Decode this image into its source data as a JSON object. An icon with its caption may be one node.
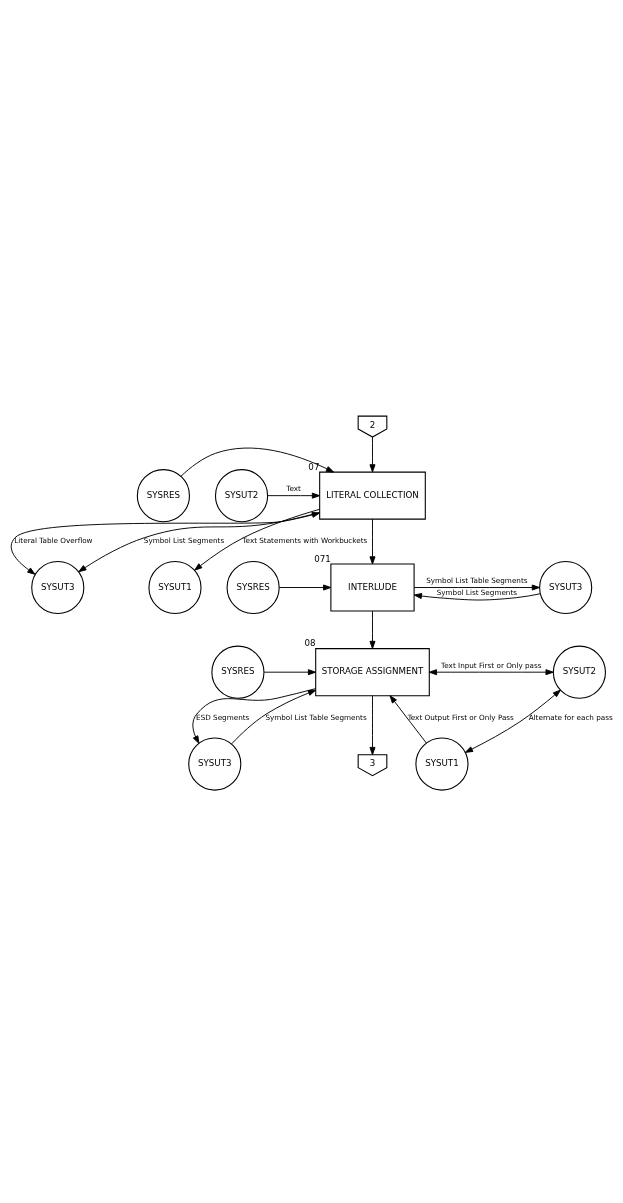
{
  "diagram": {
    "nodes": [
      {
        "text": [
          "2"
        ]
      },
      {
        "text": [
          "SYSRES"
        ]
      },
      {
        "text": [
          "LITERAL COLLECTION"
        ],
        "beside": [
          "07"
        ]
      },
      {
        "text": [
          "SYSUT3"
        ]
      },
      {
        "text": [
          "SYSUT2"
        ]
      },
      {
        "text": [
          "SYSUT1"
        ]
      },
      {
        "text": [
          "SYSRES"
        ]
      },
      {
        "text": [
          "INTERLUDE"
        ],
        "beside": [
          "071"
        ]
      },
      {
        "text": [
          "SYSUT3"
        ]
      },
      {
        "text": [
          "SYSRES"
        ]
      },
      {
        "text": [
          "STORAGE ASSIGNMENT"
        ],
        "beside": [
          "08"
        ]
      },
      {
        "text": [
          "SYSUT3"
        ]
      },
      {
        "text": [
          "SYSUT2"
        ]
      },
      {
        "text": [
          "SYSUT1"
        ]
      },
      {
        "text": [
          "3"
        ]
      }
    ],
    "edges": [
      {
        "from": 0,
        "to": 2,
        "arrow": "to"
      },
      {
        "from": 1,
        "to": 2,
        "arrow": "to"
      },
      {
        "from": 2,
        "to": 3,
        "arrow": "both",
        "label": "Literal Table Overflow"
      },
      {
        "from": 2,
        "to": 3,
        "arrow": "to",
        "label": "Symbol List Segments"
      },
      {
        "from": 4,
        "to": 2,
        "arrow": "to",
        "label": "Text"
      },
      {
        "from": 2,
        "to": 5,
        "arrow": "to",
        "label": "Text Statements with Workbuckets"
      },
      {
        "from": 2,
        "to": 7,
        "arrow": "to"
      },
      {
        "from": 6,
        "to": 7,
        "arrow": "to"
      },
      {
        "from": 8,
        "to": 7,
        "arrow": "to",
        "label": "Symbol List Segments"
      },
      {
        "from": 7,
        "to": 8,
        "arrow": "to",
        "label": "Symbol List Table Segments"
      },
      {
        "from": 7,
        "to": 10,
        "arrow": "to"
      },
      {
        "from": 9,
        "to": 10,
        "arrow": "to"
      },
      {
        "from": 11,
        "to": 10,
        "arrow": "to",
        "label": "Symbol List Table Segments"
      },
      {
        "from": 10,
        "to": 11,
        "arrow": "to",
        "label": "ESD Segments"
      },
      {
        "from": 10,
        "to": 12,
        "arrow": "both",
        "label": "Text Input First or Only pass"
      },
      {
        "from": 13,
        "to": 10,
        "arrow": "to",
        "label": "Text Output First or Only Pass"
      },
      {
        "from": 12,
        "to": 13,
        "arrow": "both",
        "label": "Alternate for each pass"
      },
      {
        "from": 10,
        "to": 14,
        "arrow": "to"
      }
    ]
  }
}
